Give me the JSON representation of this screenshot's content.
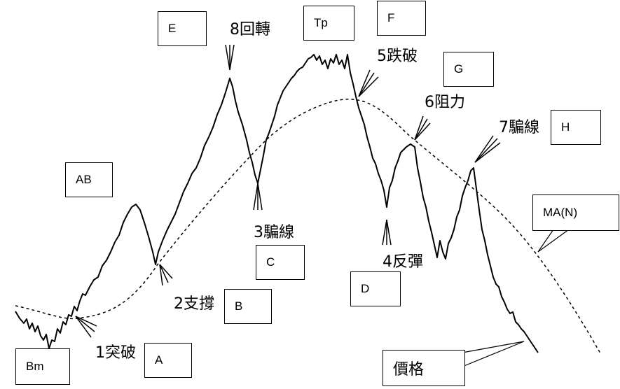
{
  "boxes": {
    "bm": "Bm",
    "a": "A",
    "ab": "AB",
    "b": "B",
    "c": "C",
    "d": "D",
    "e": "E",
    "tp": "Tp",
    "f": "F",
    "g": "G",
    "h": "H",
    "ma": "MA(N)",
    "price": "價格"
  },
  "signals": {
    "s1": "1突破",
    "s2": "2支撐",
    "s3": "3騙線",
    "s4": "4反彈",
    "s5": "5跌破",
    "s6": "6阻力",
    "s7": "7騙線",
    "s8": "8回轉"
  }
}
